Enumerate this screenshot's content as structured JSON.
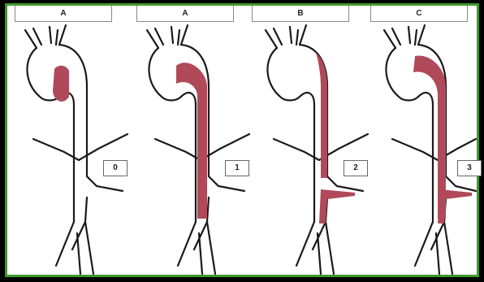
{
  "panels": [
    {
      "header": "A",
      "grade": "0"
    },
    {
      "header": "A",
      "grade": "1"
    },
    {
      "header": "B",
      "grade": "2"
    },
    {
      "header": "C",
      "grade": "3"
    }
  ],
  "colors": {
    "border": "#3f9a2a",
    "lumen": "#b04a5a",
    "outline": "#1a1a1a",
    "background": "#000000"
  }
}
